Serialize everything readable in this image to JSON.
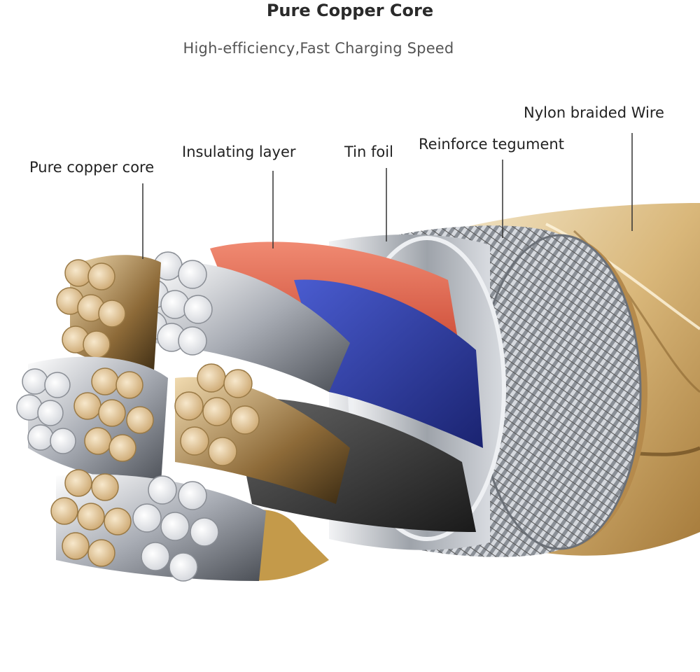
{
  "header": {
    "title": "Pure Copper Core",
    "subtitle": "High-efficiency,Fast Charging Speed"
  },
  "labels": {
    "copper_core": "Pure copper core",
    "insulating_layer": "Insulating layer",
    "tin_foil": "Tin foil",
    "reinforce_tegument": "Reinforce tegument",
    "nylon_braided": "Nylon braided Wire"
  },
  "colors": {
    "copper": "#d9b98a",
    "silver": "#e9e9ee",
    "red_insulation": "#e0604a",
    "blue_insulation": "#2a3aa0",
    "tin_foil": "#b8bcc2",
    "nylon": "#e6cfa0",
    "gold_wrap": "#c49a4a"
  }
}
